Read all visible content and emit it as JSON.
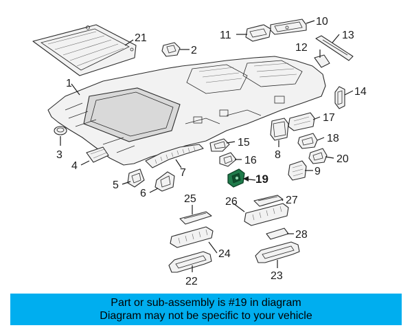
{
  "callouts": {
    "c1": "1",
    "c2": "2",
    "c3": "3",
    "c4": "4",
    "c5": "5",
    "c6": "6",
    "c7": "7",
    "c8": "8",
    "c9": "9",
    "c10": "10",
    "c11": "11",
    "c12": "12",
    "c13": "13",
    "c14": "14",
    "c15": "15",
    "c16": "16",
    "c17": "17",
    "c18": "18",
    "c19": "19",
    "c20": "20",
    "c21": "21",
    "c22": "22",
    "c23": "23",
    "c24": "24",
    "c25": "25",
    "c26": "26",
    "c27": "27",
    "c28": "28"
  },
  "highlighted_part": "19",
  "colors": {
    "banner_bg": "#00aeef",
    "highlight": "#1f7a4a"
  },
  "banner": {
    "line1": "Part or sub-assembly is #19 in diagram",
    "line2": "Diagram may not be specific to your vehicle"
  }
}
